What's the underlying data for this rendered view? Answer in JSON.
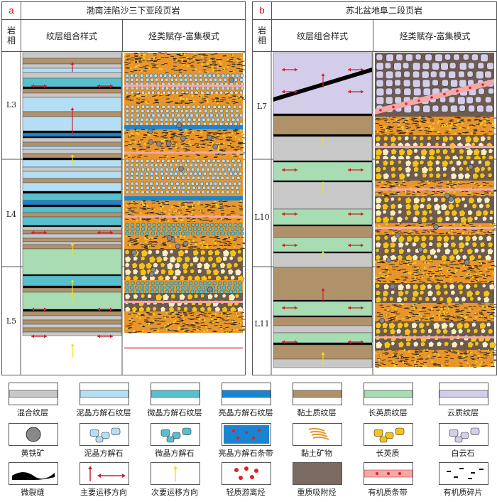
{
  "panel_a": {
    "tag": "a",
    "title": "渤南洼陷沙三下亚段页岩",
    "col_facies": "岩\n相",
    "col_lamina": "纹层组合样式",
    "col_mode": "烃类赋存-富集模式",
    "facies": [
      "L3",
      "L4",
      "L5"
    ]
  },
  "panel_b": {
    "tag": "b",
    "title": "苏北盆地阜二段页岩",
    "col_facies": "岩\n相",
    "col_lamina": "纹层组合样式",
    "col_mode": "烃类赋存-富集模式",
    "facies": [
      "L7",
      "L10",
      "L11"
    ]
  },
  "legend": [
    {
      "id": "mixed",
      "label": "混合纹层",
      "color": "#c8c8c8"
    },
    {
      "id": "micritic",
      "label": "泥晶方解石纹层",
      "color": "#b4def4"
    },
    {
      "id": "microcrystalline",
      "label": "微晶方解石纹层",
      "color": "#56c0cc"
    },
    {
      "id": "sparry",
      "label": "亮晶方解石纹层",
      "color": "#1b84d0"
    },
    {
      "id": "clay",
      "label": "黏土质纹层",
      "color": "#b0926a"
    },
    {
      "id": "felsic",
      "label": "长英质纹层",
      "color": "#a8dcb2"
    },
    {
      "id": "dolomitic",
      "label": "云质纹层",
      "color": "#d4cdea"
    },
    {
      "id": "pyrite",
      "label": "黄铁矿",
      "color": "#888888"
    },
    {
      "id": "micritic-grain",
      "label": "泥晶方解石",
      "color": "#b4def4"
    },
    {
      "id": "micro-grain",
      "label": "微晶方解石",
      "color": "#56c0cc"
    },
    {
      "id": "sparry-band",
      "label": "亮晶方解石条带",
      "color": "#1b84d0"
    },
    {
      "id": "clay-mineral",
      "label": "黏土矿物",
      "color": "#e8962c"
    },
    {
      "id": "felsic-grain",
      "label": "长英质",
      "color": "#f4c21a"
    },
    {
      "id": "dolomite",
      "label": "白云石",
      "color": "#d4cdea"
    },
    {
      "id": "microfracture",
      "label": "微裂缝",
      "color": "#000000"
    },
    {
      "id": "main-migration",
      "label": "主要运移方向",
      "color": "#d0202a"
    },
    {
      "id": "secondary-migration",
      "label": "次要运移方向",
      "color": "#f0e020"
    },
    {
      "id": "light-oil",
      "label": "轻质游离烃",
      "color": "#e41e26"
    },
    {
      "id": "heavy-oil",
      "label": "重质吸附烃",
      "color": "#7b6a60"
    },
    {
      "id": "organic-band",
      "label": "有机质条带",
      "color": "#f4a8a8"
    },
    {
      "id": "organic-debris",
      "label": "有机质碎片",
      "color": "#111111"
    }
  ]
}
